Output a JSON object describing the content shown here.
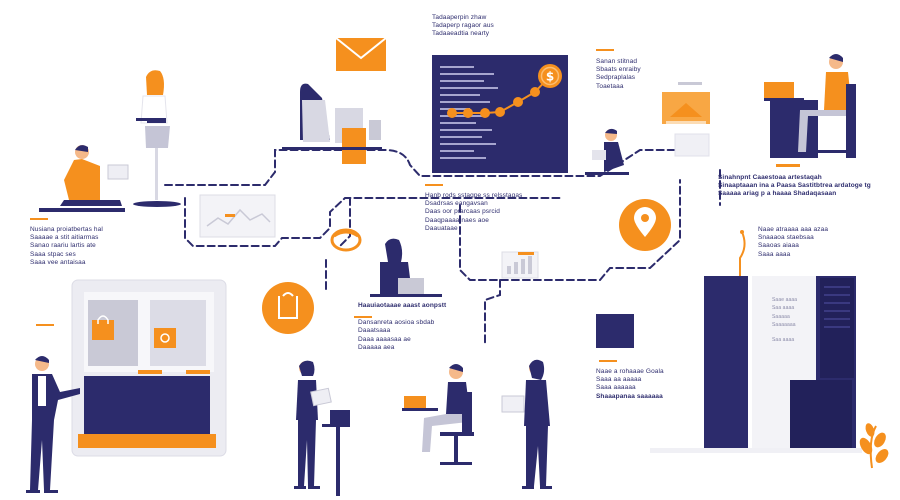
{
  "captions": [
    {
      "id": "top-center",
      "lines": [
        "Tadaaperpin zhaw",
        "Tadaperp ragaor aus",
        "Tadaaeadtia nearty"
      ]
    },
    {
      "id": "screen-right",
      "lines": [
        "Sanan stitnad",
        "Sbaats enraiby",
        "Sedpraplalas",
        "Toaetaaa"
      ]
    },
    {
      "id": "left-mid",
      "lines": [
        "Nusiana proiatbertas hal",
        "Saaaae a stit aitiarmas",
        "Sanao raariu lartis ate",
        "Saaa stpac ses",
        "Saaa vee antaisaa"
      ]
    },
    {
      "id": "center-mid",
      "lines": [
        "Hanb rods sstagpe ss relsstaqas",
        "Dsadrsas eangavsan",
        "Daas oor prarcaas psrcid",
        "Daaqpaaaa naes aoe",
        "Daauataae"
      ]
    },
    {
      "id": "right-top",
      "lines": [
        "Sinahnpnt Caaestoaa artestaqah",
        "Sinaaptaaan ina a Paasa Sastitbtrea ardatoge tg",
        "Saaaaa ariag p a haaaa Shadaqasaan"
      ]
    },
    {
      "id": "right-mid",
      "lines": [
        "Naae atraaaa aaa azaa",
        "Snaaaoa staebsaa",
        "Saaoas aiaaa",
        "Saaa aaaa"
      ]
    },
    {
      "id": "center-lower",
      "lines": [
        "Haauiaotaaae aaast aonpstt",
        "Dansanreta aosioa sbdab",
        "Daaatsaaa",
        "Daaa aaaasaa ae",
        "Daaaaa aea"
      ]
    },
    {
      "id": "lower-right",
      "lines": [
        "Naae a rohaaae Goala",
        "Saaa aa aaaaa",
        "Saaa aaaaaa",
        "Shaaapanaa saaaaaa"
      ]
    }
  ],
  "server_labels": [
    "Saae aaaa",
    "Saa aaaa",
    "Saaaaa",
    "Saaaaaaa",
    "Saa aaaa"
  ],
  "colors": {
    "navy": "#2c2b6c",
    "navy_dark": "#22215a",
    "orange": "#f5901e",
    "orange_light": "#f8a744",
    "gray_light": "#e9e9ef",
    "gray_mid": "#c9c9d6",
    "dash": "#2c2b6c"
  },
  "icons": [
    "envelope-icon",
    "dollar-coin-icon",
    "location-pin-icon",
    "shopping-bag-icon",
    "cloud-sync-icon",
    "lock-icon",
    "chart-icon",
    "leaf-icon"
  ]
}
